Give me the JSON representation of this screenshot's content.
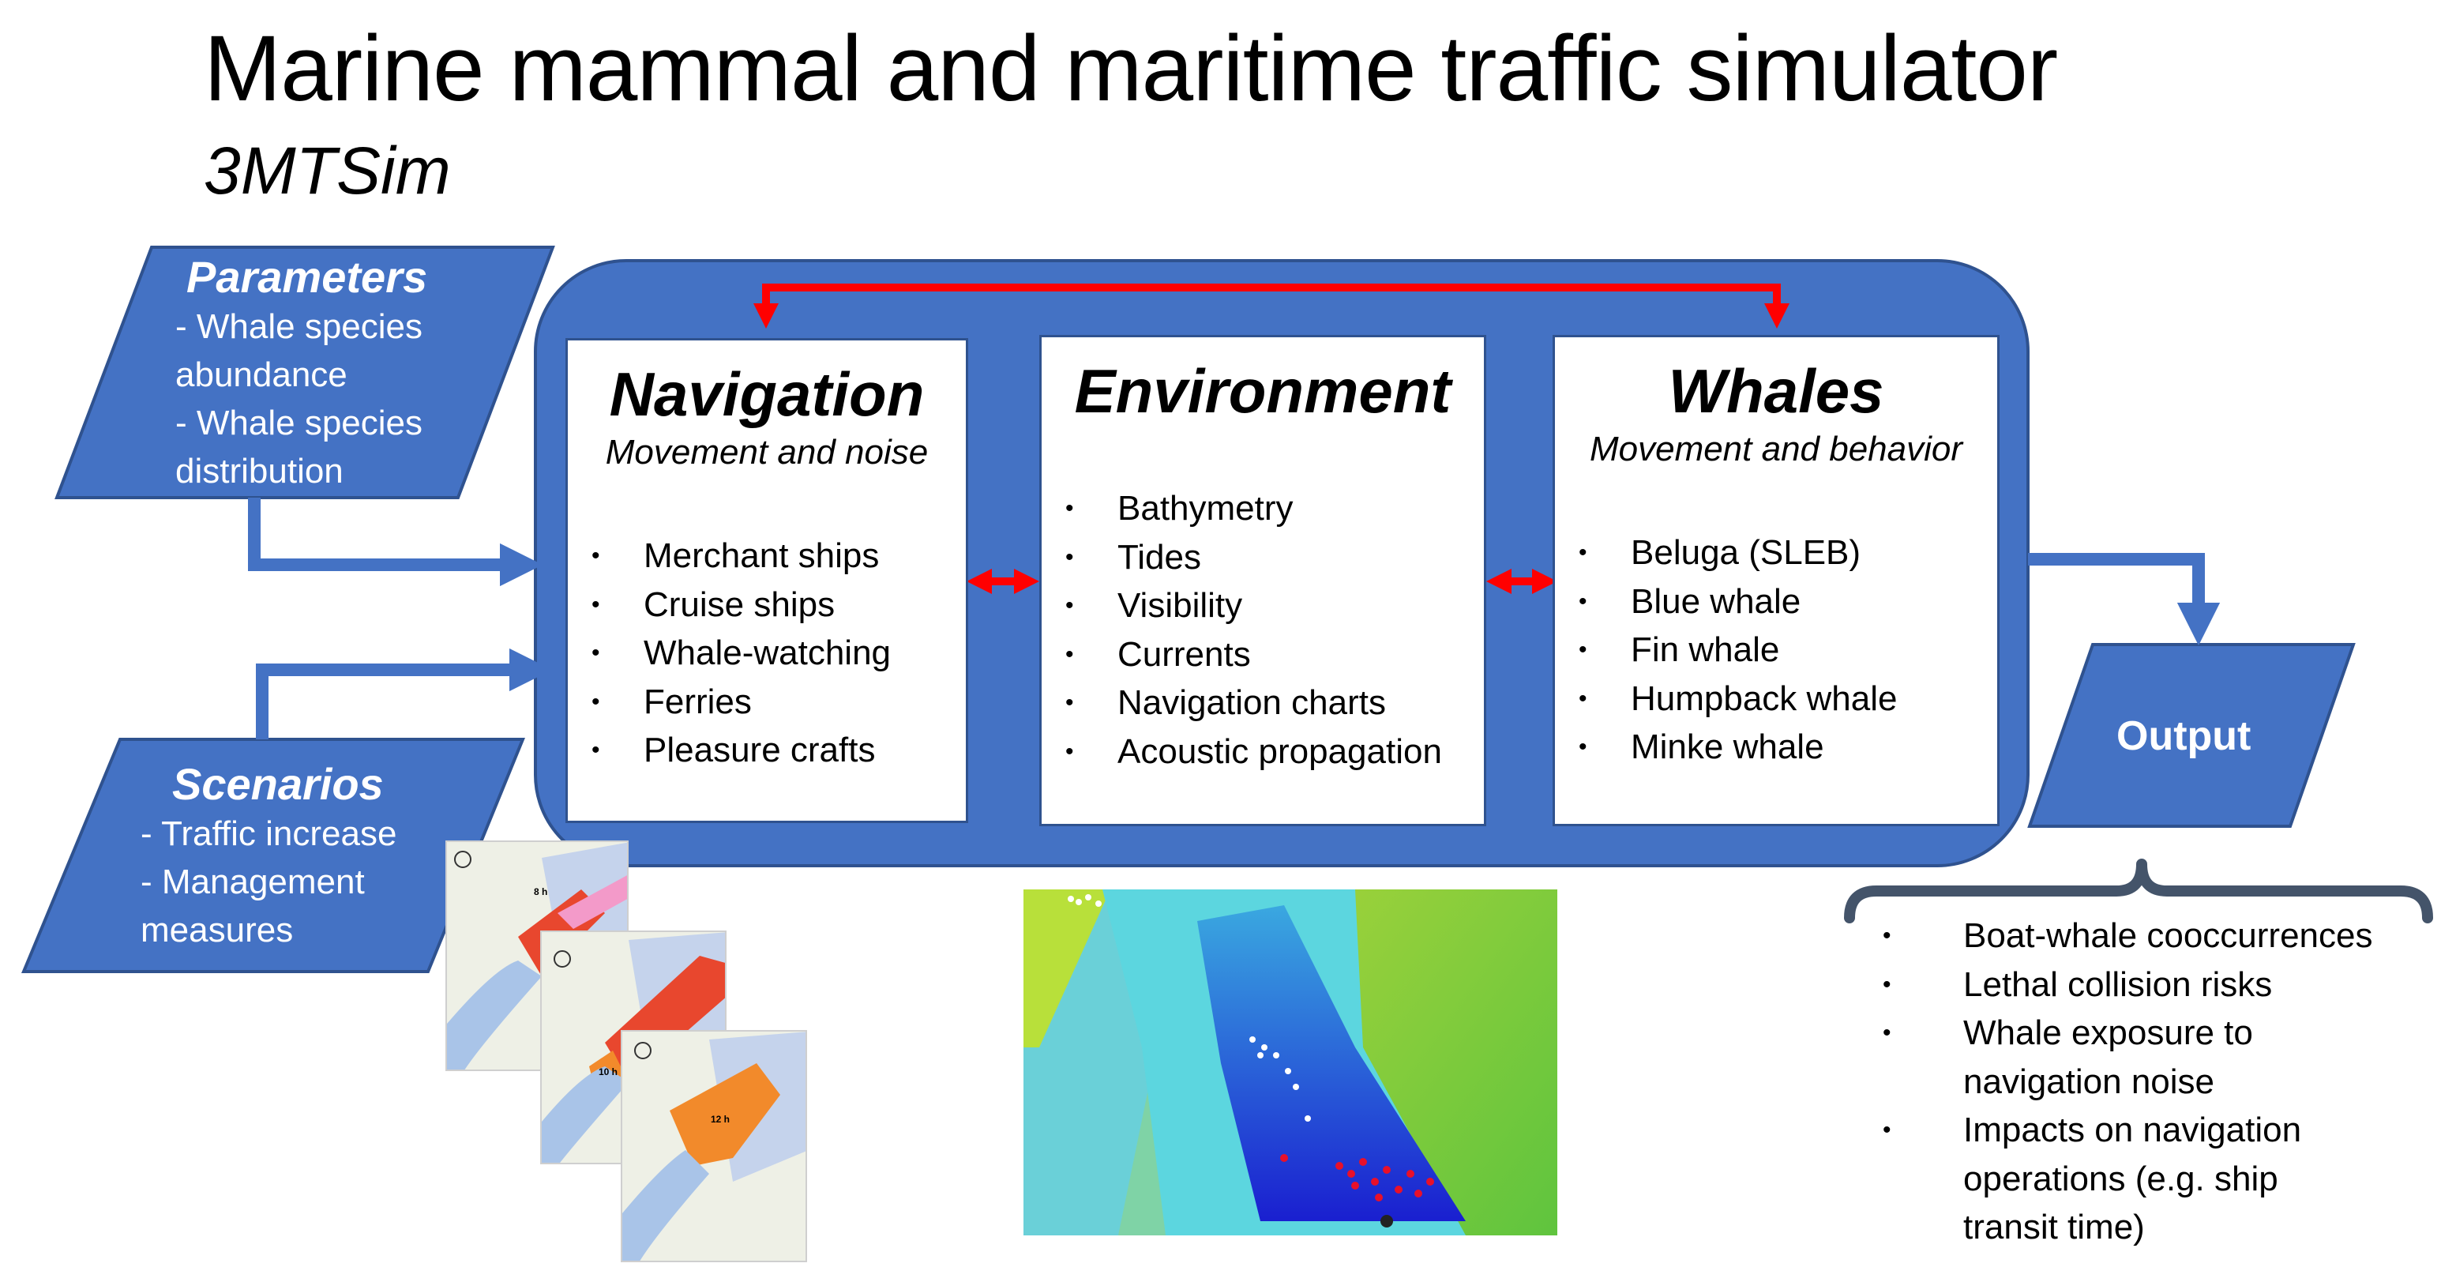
{
  "header": {
    "title": "Marine mammal and maritime traffic simulator",
    "subtitle": "3MTSim"
  },
  "parameters": {
    "heading": "Parameters",
    "lines": [
      "- Whale species",
      "abundance",
      "- Whale species",
      "distribution"
    ]
  },
  "scenarios": {
    "heading": "Scenarios",
    "lines": [
      "- Traffic increase",
      "- Management",
      "measures"
    ]
  },
  "navigation": {
    "title": "Navigation",
    "subtitle": "Movement and noise",
    "items": [
      "Merchant ships",
      "Cruise ships",
      "Whale-watching",
      "Ferries",
      "Pleasure crafts"
    ]
  },
  "environment": {
    "title": "Environment",
    "items": [
      "Bathymetry",
      "Tides",
      "Visibility",
      "Currents",
      "Navigation charts",
      "Acoustic propagation"
    ]
  },
  "whales": {
    "title": "Whales",
    "subtitle": "Movement and behavior",
    "items": [
      "Beluga (SLEB)",
      "Blue whale",
      "Fin whale",
      "Humpback whale",
      "Minke whale"
    ]
  },
  "output": {
    "label": "Output",
    "items": [
      "Boat-whale cooccurrences",
      "Lethal collision risks",
      "Whale exposure to",
      "navigation noise",
      "Impacts on navigation",
      "operations (e.g. ship",
      "transit time)"
    ]
  },
  "map_thumbnails": {
    "labels": [
      "8 h",
      "10 h",
      "12 h"
    ]
  },
  "colors": {
    "shape_fill": "#4472c4",
    "shape_border": "#2f528f",
    "arrow_red": "#ff0000",
    "brace": "#44546a"
  },
  "bullet_glyph": "•"
}
